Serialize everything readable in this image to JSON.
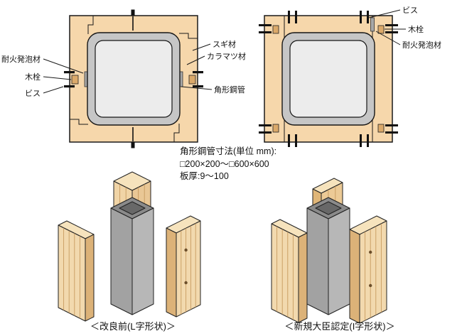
{
  "colors": {
    "wood": "#f6d7ab",
    "wood_face": "#f2d9ae",
    "wood_top": "#f6e3bd",
    "wood_edge": "#dcb278",
    "steel_wall": "#c6c6c6",
    "steel_bore": "#ececec",
    "steel_top": "#8a8a8a",
    "steel_side": "#b7b7b7",
    "outline": "#1a1a1a"
  },
  "section_labels": {
    "left": {
      "fire_foam": "耐火発泡材",
      "wood_plug": "木栓",
      "screw": "ビス"
    },
    "center": {
      "cedar": "スギ材",
      "larch": "カラマツ材",
      "steel_pipe": "角形鋼管"
    },
    "right": {
      "screw": "ビス",
      "wood_plug": "木栓",
      "fire_foam": "耐火発泡材"
    }
  },
  "specs": {
    "line1": "角形鋼管寸法(単位 mm):",
    "line2": "□200×200～□600×600",
    "line3": "板厚:9～100"
  },
  "captions": {
    "left": "＜改良前(L字形状)＞",
    "right": "＜新規大臣認定(I字形状)＞"
  }
}
